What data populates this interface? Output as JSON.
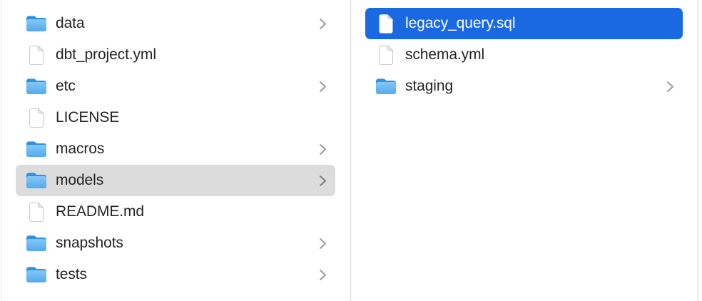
{
  "app": {
    "view": "finder-column-view"
  },
  "colors": {
    "selection-blue": "#1969E1",
    "selection-gray": "#DCDCDC",
    "divider": "#E6E6E6",
    "text": "#242426",
    "text-selected": "#FFFFFF",
    "chevron": "#9C9C9C",
    "folder-blue": "#5FB2EF"
  },
  "columns": [
    {
      "name": "parent-directory",
      "items": [
        {
          "label": "data",
          "type": "folder",
          "has_chevron": true,
          "selected": "none"
        },
        {
          "label": "dbt_project.yml",
          "type": "file",
          "has_chevron": false,
          "selected": "none"
        },
        {
          "label": "etc",
          "type": "folder",
          "has_chevron": true,
          "selected": "none"
        },
        {
          "label": "LICENSE",
          "type": "file",
          "has_chevron": false,
          "selected": "none"
        },
        {
          "label": "macros",
          "type": "folder",
          "has_chevron": true,
          "selected": "none"
        },
        {
          "label": "models",
          "type": "folder",
          "has_chevron": true,
          "selected": "inactive-gray"
        },
        {
          "label": "README.md",
          "type": "file",
          "has_chevron": false,
          "selected": "none"
        },
        {
          "label": "snapshots",
          "type": "folder",
          "has_chevron": true,
          "selected": "none"
        },
        {
          "label": "tests",
          "type": "folder",
          "has_chevron": true,
          "selected": "none"
        }
      ]
    },
    {
      "name": "models-directory",
      "items": [
        {
          "label": "legacy_query.sql",
          "type": "file",
          "has_chevron": false,
          "selected": "active-blue"
        },
        {
          "label": "schema.yml",
          "type": "file",
          "has_chevron": false,
          "selected": "none"
        },
        {
          "label": "staging",
          "type": "folder",
          "has_chevron": true,
          "selected": "none"
        }
      ]
    }
  ]
}
